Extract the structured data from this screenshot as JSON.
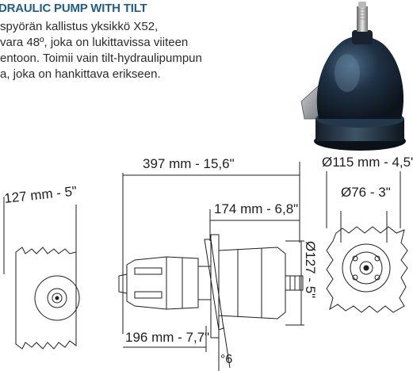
{
  "heading": "DRAULIC PUMP WITH TILT",
  "description_lines": [
    "spyörän kallistus yksikkö X52,",
    "vara 48º, joka on lukittavissa viiteen",
    "entoon. Toimii vain tilt-hydraulipumpun",
    "a, joka on hankittava erikseen."
  ],
  "dimensions": {
    "overall_length": "397 mm - 15,6\"",
    "body_length": "174 mm - 6,8\"",
    "body_diameter": "Ø127 - 5\"",
    "front_length": "196 mm - 7,7\"",
    "tilt_angle": "°6",
    "rear_width": "127 mm - 5\"",
    "flange_diameter": "Ø115 mm - 4,5\"",
    "inner_diameter": "Ø76 - 3\""
  },
  "colors": {
    "heading": "#1f5e8e",
    "body_text": "#2b2b2b",
    "pump_body": "#1c2a38",
    "line": "#1e1e1e"
  },
  "icons": {
    "product_photo": "hydraulic-pump-photo-icon"
  }
}
